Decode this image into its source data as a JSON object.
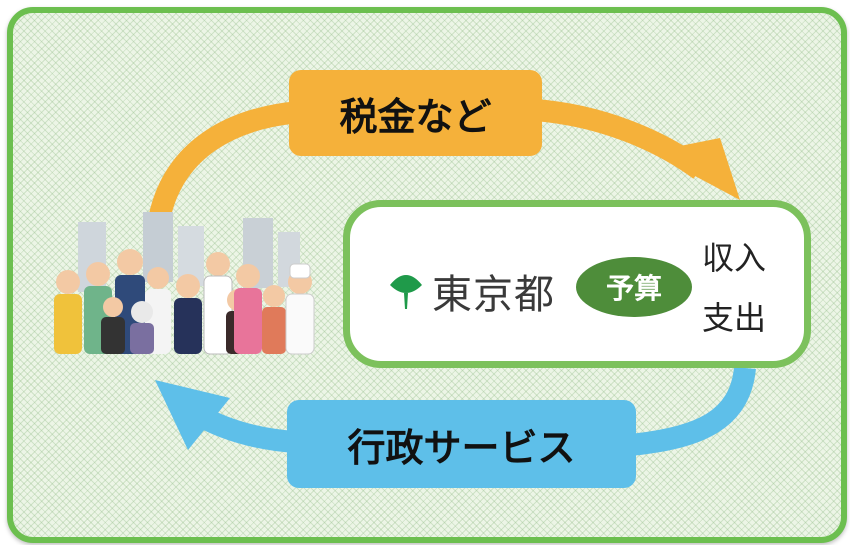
{
  "diagram": {
    "tax_label": "税金など",
    "service_label": "行政サービス",
    "government": {
      "name": "東京都",
      "budget_badge": "予算",
      "income": "収入",
      "expense": "支出"
    },
    "colors": {
      "frame_border": "#6cbf4f",
      "tax_arrow": "#f5b13a",
      "service_arrow": "#5ebfe9",
      "budget_border": "#7cc15c",
      "budget_badge": "#4e8d3a",
      "logo_green": "#1f9a4a"
    }
  }
}
